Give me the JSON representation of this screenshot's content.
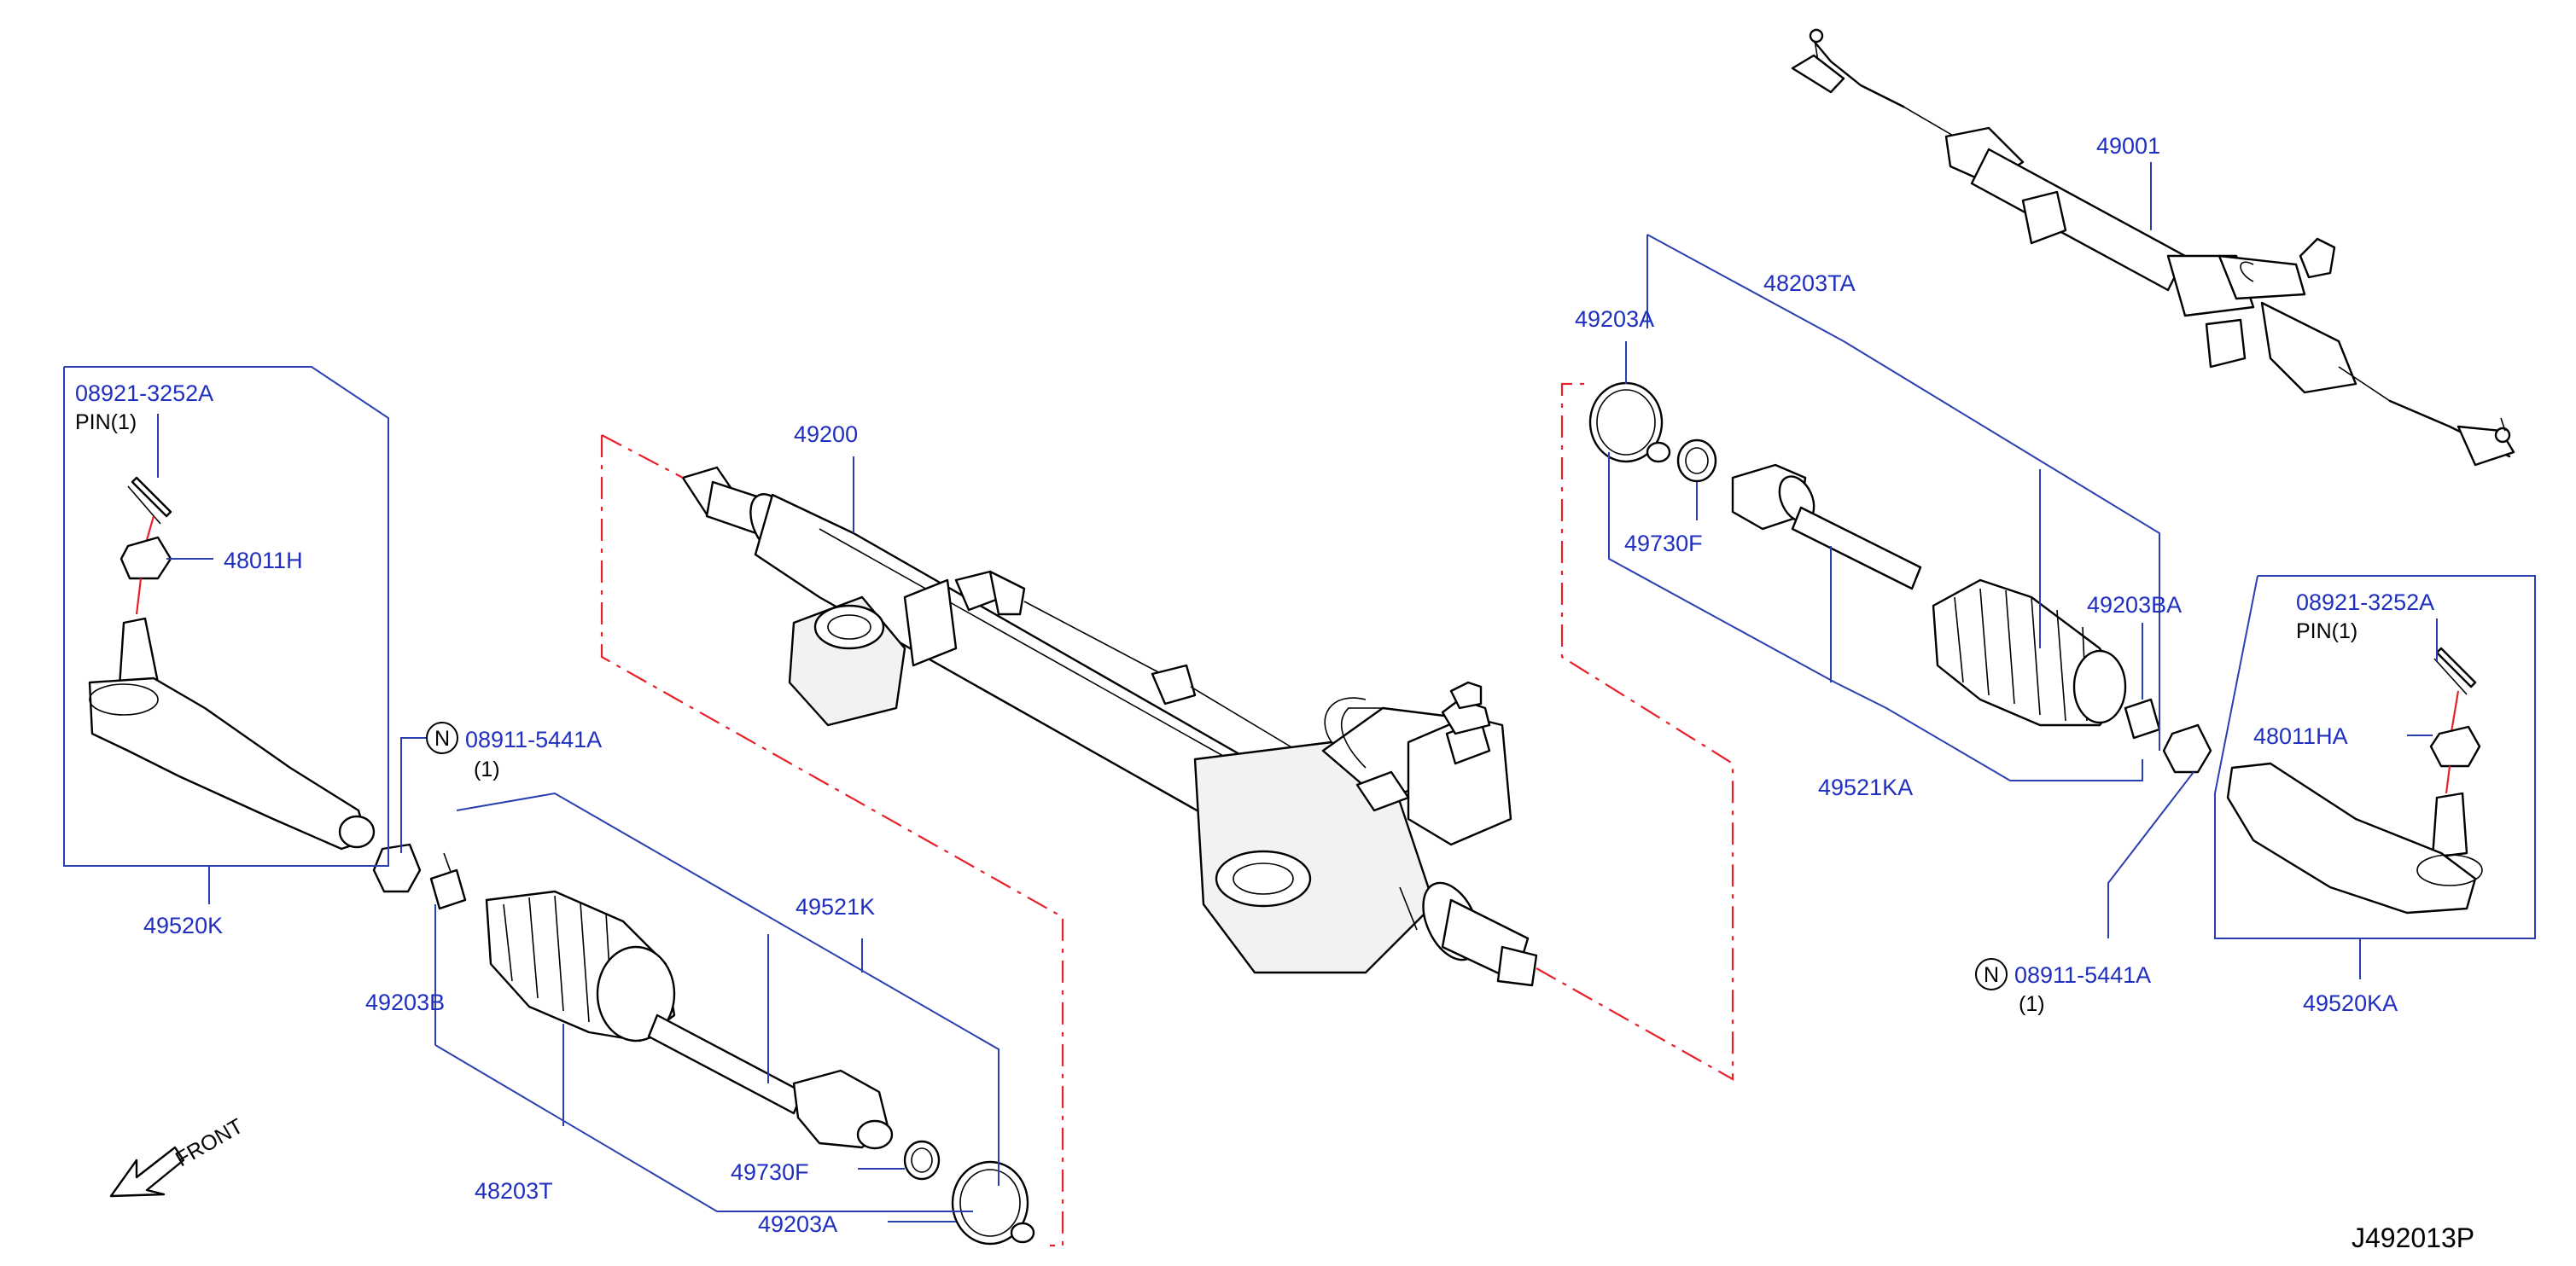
{
  "diagram": {
    "reference_code": "J492013P",
    "front_label": "FRONT",
    "callouts": {
      "c49001": "49001",
      "c49200": "49200",
      "c48203TA": "48203TA",
      "c49203A_right": "49203A",
      "c49730F_right": "49730F",
      "c49203BA": "49203BA",
      "c49521KA": "49521KA",
      "c08921_left": "08921-3252A",
      "c48011H": "48011H",
      "c49520K": "49520K",
      "c08911_left": "08911-5441A",
      "c49203B": "49203B",
      "c49521K": "49521K",
      "c48203T": "48203T",
      "c49730F_left": "49730F",
      "c49203A_left": "49203A",
      "c08921_right": "08921-3252A",
      "c48011HA": "48011HA",
      "c49520KA": "49520KA",
      "c08911_right": "08911-5441A"
    },
    "notes": {
      "pin_left": "PIN(1)",
      "pin_right": "PIN(1)",
      "qty_left": "(1)",
      "qty_right": "(1)",
      "n_badge_left": "N",
      "n_badge_right": "N"
    },
    "colors": {
      "callout_text": "#1f2fc0",
      "leader_line": "#2a3fb0",
      "red_boundary": "#e8202a",
      "part_outline": "#000000"
    }
  }
}
